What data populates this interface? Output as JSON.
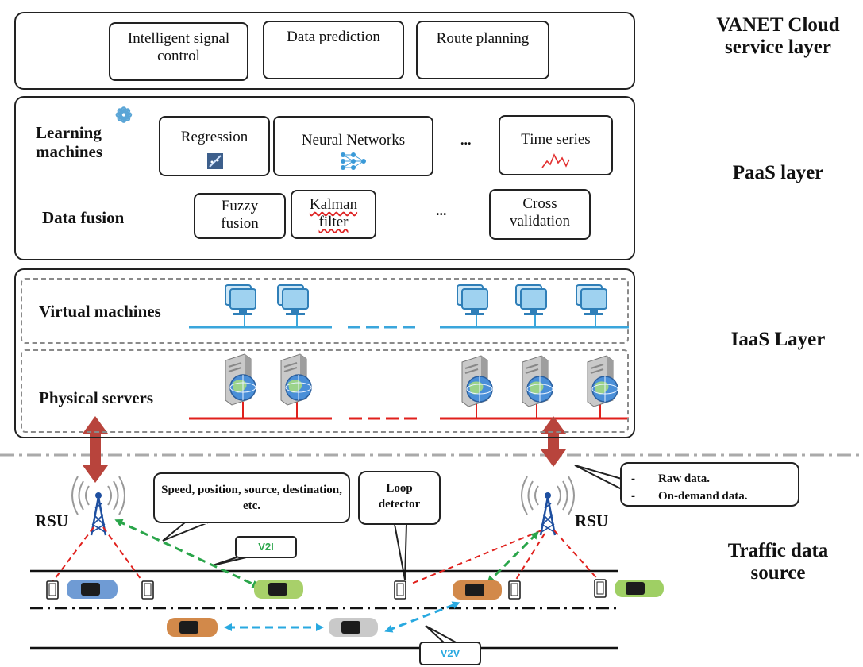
{
  "layers": {
    "cloud": "VANET Cloud service layer",
    "paas": "PaaS layer",
    "iaas": "IaaS Layer",
    "traffic": "Traffic data source"
  },
  "cloud_services": [
    "Intelligent signal control",
    "Data prediction",
    "Route planning"
  ],
  "paas": {
    "learning_label": "Learning machines",
    "learning_items": [
      "Regression",
      "Neural Networks",
      "Time series"
    ],
    "fusion_label": "Data fusion",
    "fusion_items": [
      "Fuzzy fusion",
      "Kalman filter",
      "Cross validation"
    ],
    "ellipsis": "..."
  },
  "iaas": {
    "vm_label": "Virtual machines",
    "server_label": "Physical servers"
  },
  "traffic": {
    "rsu_label": "RSU",
    "vehicle_info": "Speed, position, source, destination, etc.",
    "loop_detector": "Loop detector",
    "data_types": [
      "Raw data.",
      "On-demand data."
    ],
    "v2i": "V2I",
    "v2v": "V2V"
  },
  "colors": {
    "vm_line": "#3aa6dc",
    "server_line": "#e0201c",
    "arrow": "#b8443c",
    "v2i": "#2aa54a",
    "v2v": "#29a9e0",
    "rsu_link": "#e0201c"
  }
}
